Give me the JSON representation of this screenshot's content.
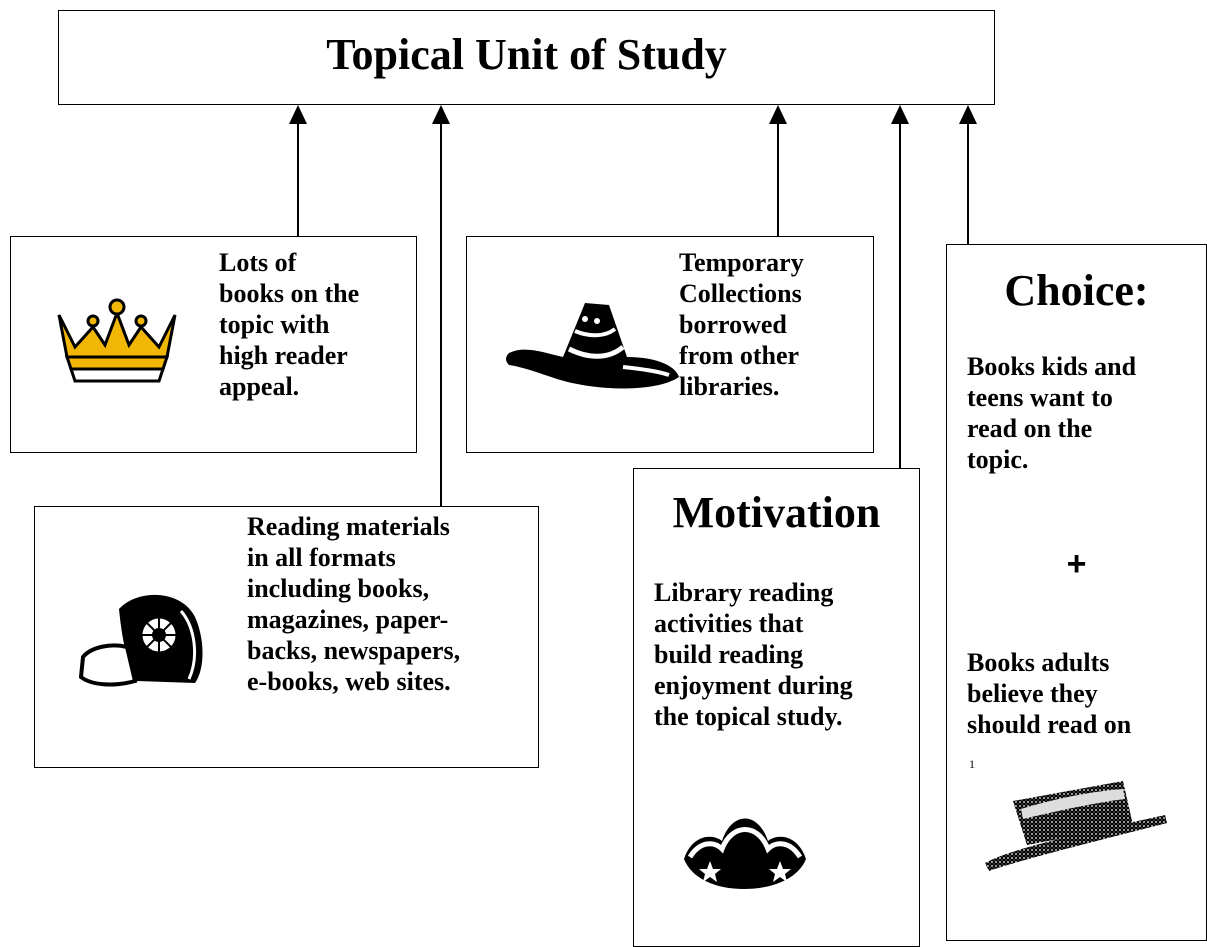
{
  "title": "Topical Unit of Study",
  "boxes": {
    "lots": {
      "text": "Lots of\nbooks on the\ntopic with\nhigh reader\nappeal."
    },
    "temporary": {
      "text": "Temporary\nCollections\nborrowed\nfrom other\nlibraries."
    },
    "reading": {
      "text": "Reading materials\nin all formats\nincluding books,\nmagazines,  paper-\nbacks, newspapers,\ne-books, web sites."
    },
    "motivation": {
      "heading": "Motivation",
      "text": "Library reading\nactivities that\nbuild reading\nenjoyment during\nthe topical study."
    },
    "choice": {
      "heading": "Choice:",
      "text1": "Books kids and\nteens want to\nread on the\ntopic.",
      "plus": "+",
      "text2": "Books adults\nbelieve they\nshould read on",
      "footnote": "1"
    }
  },
  "icons": [
    "crown-icon",
    "witch-hat-icon",
    "cap-icon",
    "tricorn-hat-icon",
    "top-hat-icon"
  ]
}
